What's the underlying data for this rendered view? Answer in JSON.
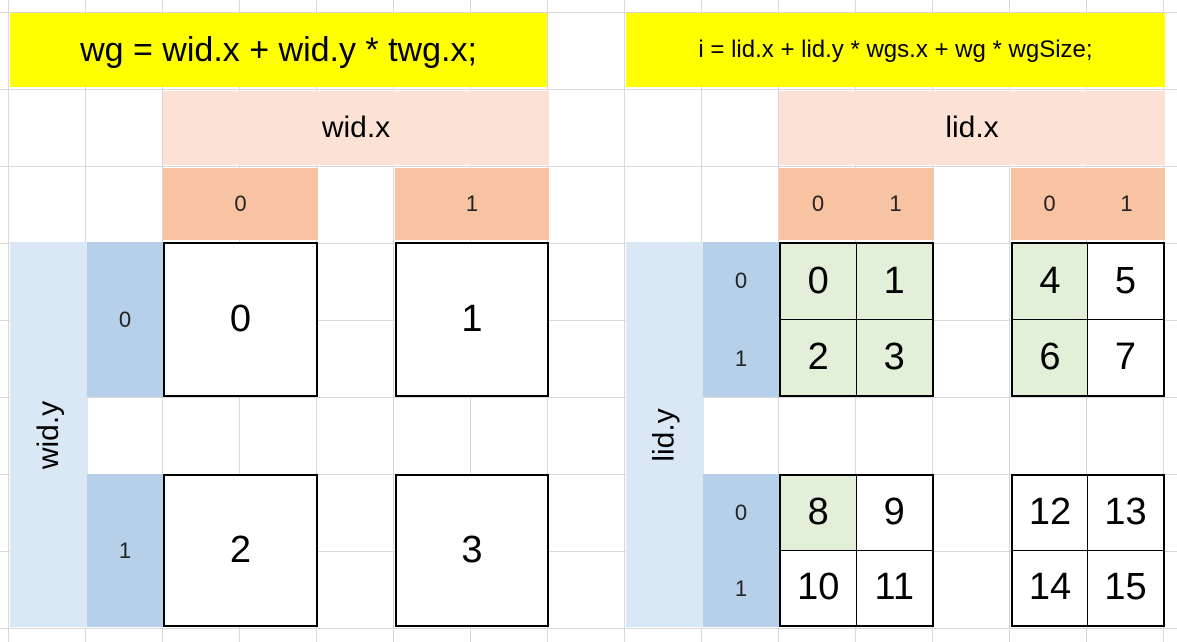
{
  "left": {
    "formula": "wg = wid.x + wid.y * twg.x;",
    "col_header": "wid.x",
    "col_indices": [
      "0",
      "1"
    ],
    "row_header": "wid.y",
    "row_indices": [
      "0",
      "1"
    ],
    "cells": [
      "0",
      "1",
      "2",
      "3"
    ]
  },
  "right": {
    "formula": "i = lid.x + lid.y * wgs.x + wg * wgSize;",
    "col_header": "lid.x",
    "col_indices": [
      "0",
      "1",
      "0",
      "1"
    ],
    "row_header": "lid.y",
    "row_indices": [
      "0",
      "1",
      "0",
      "1"
    ],
    "blocks": [
      {
        "cells": [
          {
            "v": "0",
            "hl": true
          },
          {
            "v": "1",
            "hl": true
          },
          {
            "v": "2",
            "hl": true
          },
          {
            "v": "3",
            "hl": true
          }
        ]
      },
      {
        "cells": [
          {
            "v": "4",
            "hl": true
          },
          {
            "v": "5",
            "hl": false
          },
          {
            "v": "6",
            "hl": true
          },
          {
            "v": "7",
            "hl": false
          }
        ]
      },
      {
        "cells": [
          {
            "v": "8",
            "hl": true
          },
          {
            "v": "9",
            "hl": false
          },
          {
            "v": "10",
            "hl": false
          },
          {
            "v": "11",
            "hl": false
          }
        ]
      },
      {
        "cells": [
          {
            "v": "12",
            "hl": false
          },
          {
            "v": "13",
            "hl": false
          },
          {
            "v": "14",
            "hl": false
          },
          {
            "v": "15",
            "hl": false
          }
        ]
      }
    ]
  },
  "colors": {
    "formula_bg": "#ffff00",
    "header_light": "#fbe2d5",
    "header_dark": "#f7c3a2",
    "side_light": "#dae7f5",
    "side_dark": "#b6d0ea",
    "highlight": "#e2efd9"
  }
}
